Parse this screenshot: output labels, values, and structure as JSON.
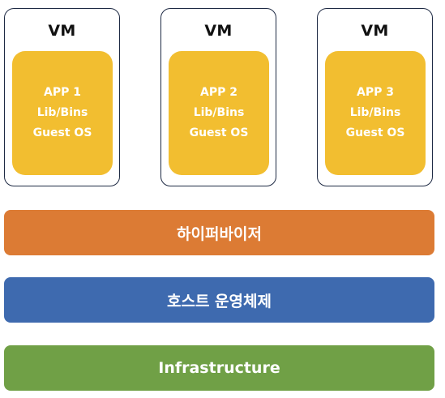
{
  "vms": [
    {
      "title": "VM",
      "app": "APP 1",
      "libs": "Lib/Bins",
      "os": "Guest OS"
    },
    {
      "title": "VM",
      "app": "APP 2",
      "libs": "Lib/Bins",
      "os": "Guest OS"
    },
    {
      "title": "VM",
      "app": "APP 3",
      "libs": "Lib/Bins",
      "os": "Guest OS"
    }
  ],
  "layers": {
    "hypervisor": "하이퍼바이저",
    "host_os": "호스트 운영체제",
    "infrastructure": "Infrastructure"
  },
  "colors": {
    "app_box": "#f2be30",
    "hypervisor": "#dc7b34",
    "host_os": "#3e6aaf",
    "infrastructure": "#70a046",
    "vm_border": "#1e2a44"
  }
}
